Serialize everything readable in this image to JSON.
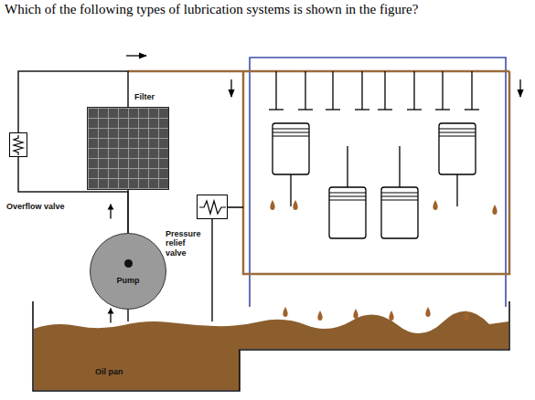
{
  "diagram": {
    "title": "Which of the following types of lubrication systems is shown in the figure?",
    "nodes": [
      {
        "text": [
          "Filter"
        ]
      },
      {
        "text": [
          "Overflow valve"
        ]
      },
      {
        "text": [
          "Pressure relief valve"
        ]
      },
      {
        "text": [
          "Pump"
        ]
      },
      {
        "text": [
          "Oil pan"
        ]
      }
    ],
    "edges": [
      {
        "from": 4,
        "to": 3,
        "arrow": "to"
      },
      {
        "from": 3,
        "to": 0,
        "arrow": "to"
      },
      {
        "from": 3,
        "to": 1,
        "arrow": "none"
      },
      {
        "from": 1,
        "to": 0,
        "arrow": "none"
      },
      {
        "from": 2,
        "to": 4,
        "arrow": "none"
      }
    ]
  }
}
